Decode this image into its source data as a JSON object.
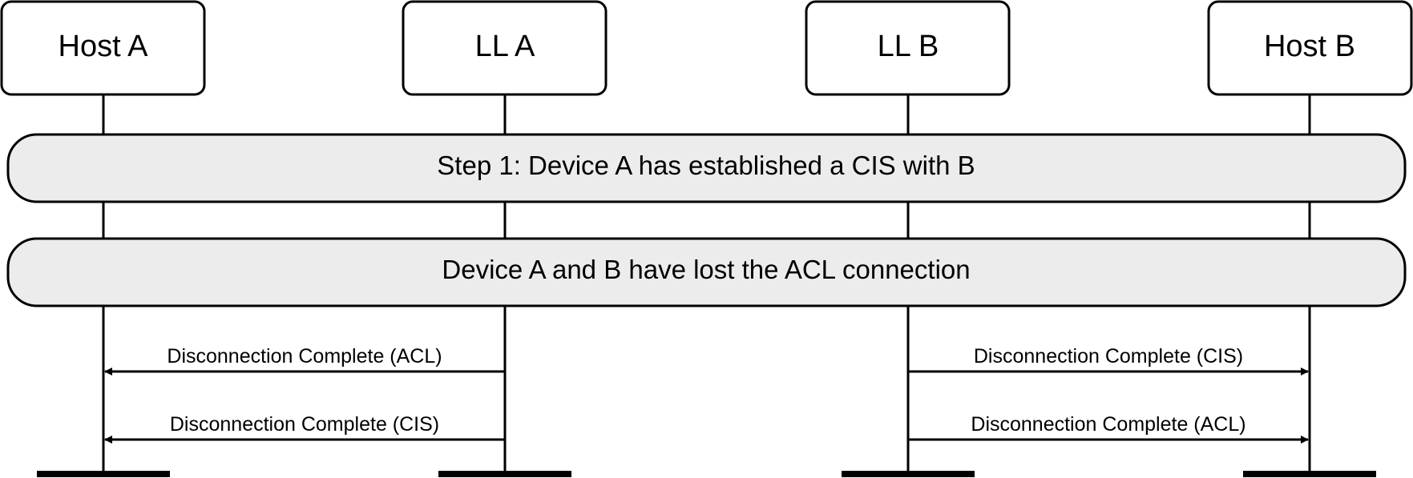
{
  "participants": [
    {
      "id": "host-a",
      "label": "Host A"
    },
    {
      "id": "ll-a",
      "label": "LL A"
    },
    {
      "id": "ll-b",
      "label": "LL B"
    },
    {
      "id": "host-b",
      "label": "Host B"
    }
  ],
  "notes": [
    {
      "id": "step1",
      "text": "Step 1: Device A has established a CIS with B"
    },
    {
      "id": "lost-acl",
      "text": "Device A and B have lost the ACL connection"
    }
  ],
  "messages": [
    {
      "id": "lla-hosta-acl",
      "from": "ll-a",
      "to": "host-a",
      "text": "Disconnection Complete (ACL)"
    },
    {
      "id": "llb-hostb-cis",
      "from": "ll-b",
      "to": "host-b",
      "text": "Disconnection Complete (CIS)"
    },
    {
      "id": "lla-hosta-cis",
      "from": "ll-a",
      "to": "host-a",
      "text": "Disconnection Complete (CIS)"
    },
    {
      "id": "llb-hostb-acl",
      "from": "ll-b",
      "to": "host-b",
      "text": "Disconnection Complete (ACL)"
    }
  ]
}
